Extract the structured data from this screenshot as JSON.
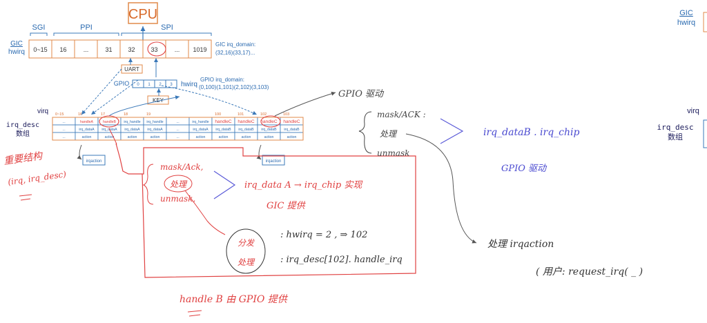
{
  "cpu": {
    "label": "CPU"
  },
  "ranges": {
    "sgi": "SGI",
    "ppi": "PPI",
    "spi": "SPI"
  },
  "gic": {
    "label_gic": "GIC",
    "label_hwirq": "hwirq",
    "cells": [
      "0~15",
      "16",
      "...",
      "31",
      "32",
      "33",
      "...",
      "1019"
    ],
    "domain_line1": "GIC irq_domain:",
    "domain_line2": "(32,16)(33,17)..."
  },
  "gpio": {
    "uart": "UART",
    "label": "GPIO",
    "cells": [
      "0",
      "1",
      "2",
      "3"
    ],
    "hwirq": "hwirq",
    "key": "KEY",
    "domain_line1": "GPIO irq_domain:",
    "domain_line2": "(0,100)(1,101)(2,102)(3,103)"
  },
  "virq": {
    "label": "virq",
    "desc_line1": "irq_desc",
    "desc_line2": "数组",
    "headers": [
      "0~15",
      "16",
      "17",
      "18",
      "19",
      "",
      "",
      "100",
      "101",
      "102",
      "103"
    ],
    "row_handle": [
      "...",
      "handleA",
      "handleB",
      "irq_handle",
      "irq_handle",
      "...",
      "irq_handle",
      "handleC",
      "handleC",
      "handleC",
      "handleC"
    ],
    "row_data": [
      "...",
      "irq_dataA",
      "irq_dataA",
      "irq_dataA",
      "irq_dataA",
      "...",
      "irq_dataA",
      "irq_dataB",
      "irq_dataB",
      "irq_dataB",
      "irq_dataB"
    ],
    "row_action": [
      "...",
      "action",
      "action",
      "action",
      "action",
      "...",
      "action",
      "action",
      "action",
      "action",
      "action"
    ],
    "irqaction1": "irqaction",
    "irqaction2": "irqaction"
  },
  "notes": {
    "left1": "重要结构",
    "left2": "(irq, irq_desc)",
    "gpio_driver": "GPIO 驱动",
    "mask_ack": "mask/ACK :",
    "chuli": "处理",
    "unmask": "unmask",
    "irq_data_b": "irq_dataB . irq_chip",
    "gpio_driver2": "GPIO 驱动",
    "chuli_irqaction": "处理 irqaction",
    "request_irq": "( 用户: request_irq( _ )",
    "box_mask_ack": "mask/Ack,",
    "box_chuli": "处理",
    "box_unmask": "unmask,",
    "irq_data_a": "irq_data A → irq_chip 实现",
    "gic_provide": "GIC 提供",
    "fenfa": "分发",
    "fenfa_chuli": "处理",
    "hwirq_eq": ": hwirq = 2 , ⇒ 102",
    "desc_handle": ": irq_desc[102]. handle_irq",
    "handle_b_from_gpio": "handle B 由 GPIO 提供"
  },
  "right_edge": {
    "gic": "GIC",
    "hwirq": "hwirq",
    "virq": "virq",
    "desc_line1": "irq_desc",
    "desc_line2": "数组"
  }
}
